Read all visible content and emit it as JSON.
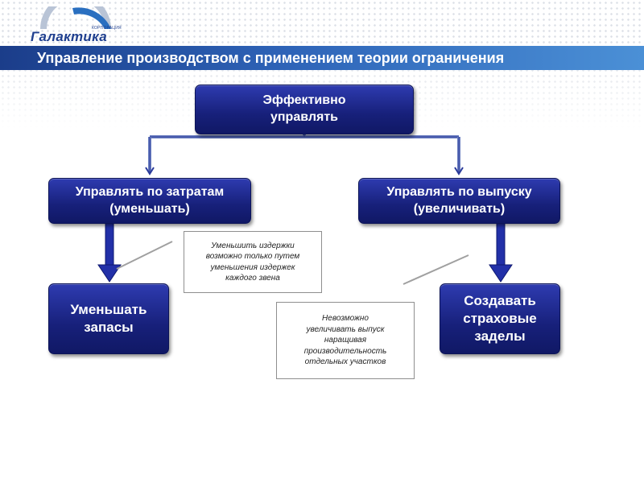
{
  "logo": {
    "corp": "КОРПОРАЦИЯ",
    "name": "Галактика"
  },
  "title": "Управление производством с применением теории ограничения",
  "nodes": {
    "top": {
      "line1": "Эффективно",
      "line2": "управлять"
    },
    "left": {
      "line1": "Управлять по затратам",
      "line2": "(уменьшать)"
    },
    "right": {
      "line1": "Управлять по выпуску",
      "line2": "(увеличивать)"
    },
    "bottom_left": {
      "line1": "Уменьшать",
      "line2": "запасы"
    },
    "bottom_right": {
      "line1": "Создавать",
      "line2": "страховые",
      "line3": "заделы"
    }
  },
  "notes": {
    "left": {
      "line1": "Уменьшить издержки",
      "line2": "возможно только путем",
      "line3": "уменьшения издержек",
      "line4": "каждого звена"
    },
    "right": {
      "line1": "Невозможно",
      "line2": "увеличивать выпуск",
      "line3": "наращивая",
      "line4": "производительность",
      "line5": "отдельных участков"
    }
  },
  "colors": {
    "box": "#17207a",
    "title_bar": "#2e64b8",
    "connector": "#6a7ec0",
    "thick_arrow": "#1e2aa0",
    "logo": "#1f3f8f"
  },
  "icons": {
    "logo_mark": "arc-logo-icon"
  }
}
